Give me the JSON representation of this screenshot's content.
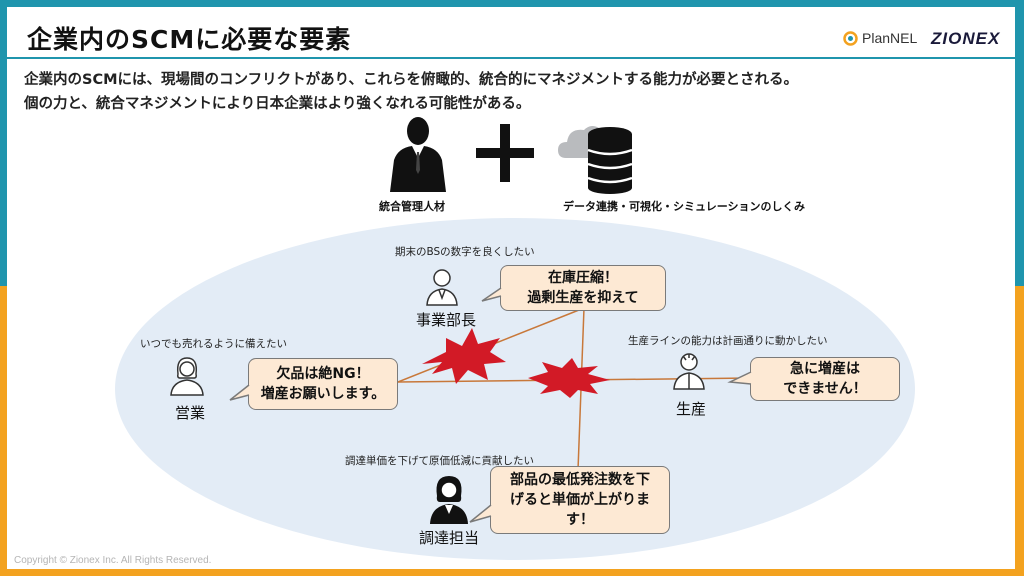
{
  "header": {
    "title": "企業内のSCMに必要な要素",
    "logo_plannel": "PlanNEL",
    "logo_zionex": "ZIONEX"
  },
  "intro": {
    "line1": "企業内のSCMには、現場間のコンフリクトがあり、これらを俯瞰的、統合的にマネジメントする能力が必要とされる。",
    "line2": "個の力と、統合マネジメントにより日本企業はより強くなれる可能性がある。"
  },
  "elements": {
    "person_label": "統合管理人材",
    "system_label": "データ連携・可視化・シミュレーションのしくみ"
  },
  "roles": {
    "executive": {
      "wish": "期末のBSの数字を良くしたい",
      "name": "事業部長",
      "bubble": "在庫圧縮！\n過剰生産を抑えて"
    },
    "sales": {
      "wish": "いつでも売れるように備えたい",
      "name": "営業",
      "bubble": "欠品は絶NG！\n増産お願いします。"
    },
    "production": {
      "wish": "生産ラインの能力は計画通りに動かしたい",
      "name": "生産",
      "bubble": "急に増産は\nできません！"
    },
    "procurement": {
      "wish": "調達単価を下げて原価低減に貢献したい",
      "name": "調達担当",
      "bubble": "部品の最低発注数を下\nげると単価が上がりま\nす！"
    }
  },
  "colors": {
    "teal": "#1f95ad",
    "orange": "#f3a21f",
    "bubble_fill": "#fde9d4",
    "clash_red": "#d21a26",
    "line_orange": "#c8783a"
  },
  "footer": {
    "copyright": "Copyright © Zionex Inc. All Rights Reserved."
  }
}
